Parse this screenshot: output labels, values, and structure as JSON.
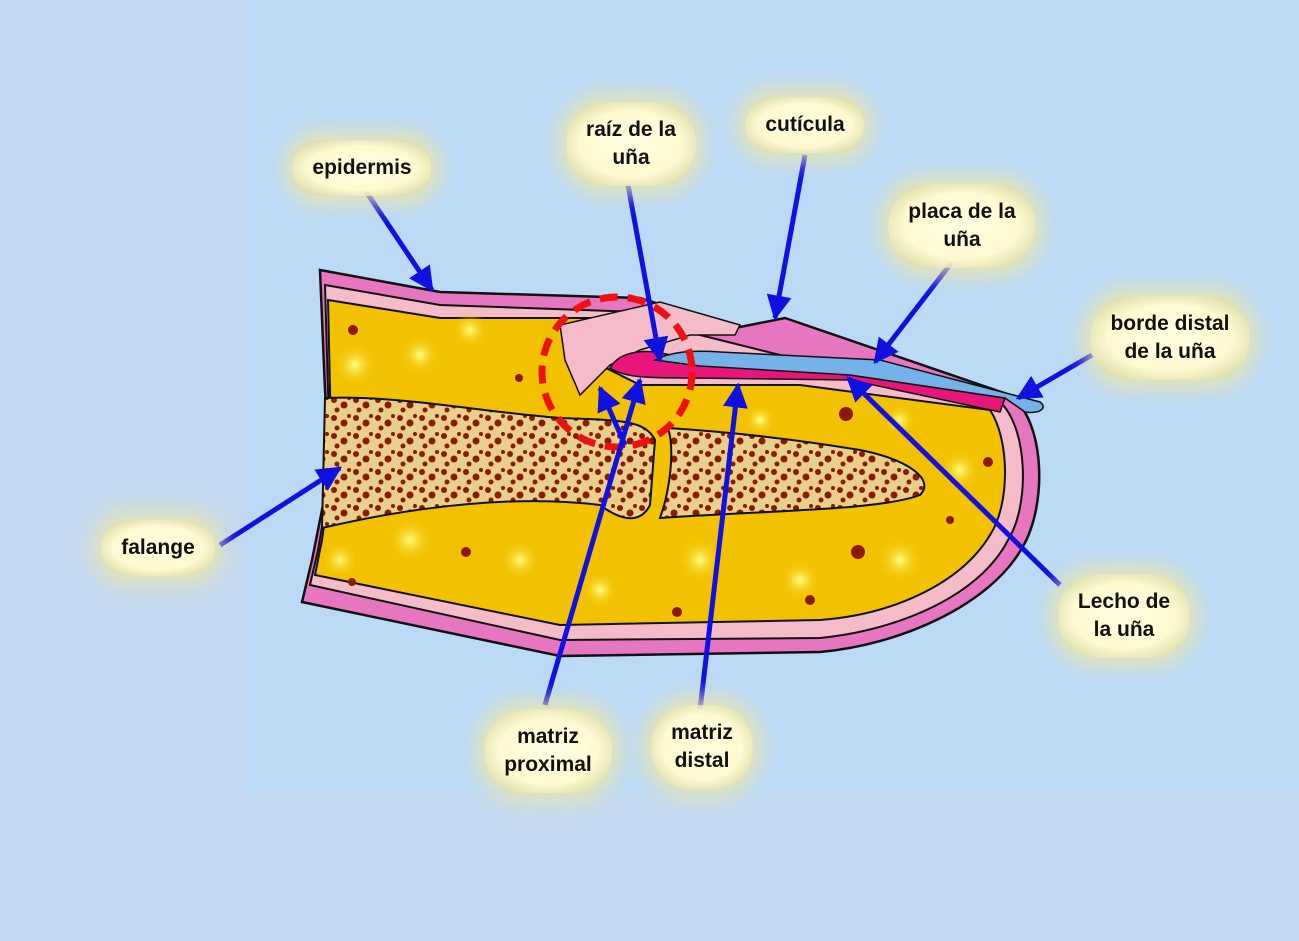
{
  "title": "Anatomía de la uña",
  "labels": {
    "epidermis": "epidermis",
    "raiz": [
      "raíz de la",
      "uña"
    ],
    "cuticula": "cutícula",
    "placa": [
      "placa de la",
      "uña"
    ],
    "borde": [
      "borde distal",
      "de la uña"
    ],
    "lecho": [
      "Lecho de",
      "la uña"
    ],
    "falange": "falange",
    "matriz_proximal": [
      "matriz",
      "proximal"
    ],
    "matriz_distal": [
      "matriz",
      "distal"
    ]
  },
  "colors": {
    "skin": "#e676c0",
    "dermis": "#f4bcc8",
    "fat": "#f2c200",
    "bone": "#e8cf8a",
    "marrow": "#8b1a00",
    "nail_plate": "#74b2e8",
    "nail_bed": "#e8157a",
    "arrow": "#1010e0",
    "highlight": "#ee1111"
  }
}
